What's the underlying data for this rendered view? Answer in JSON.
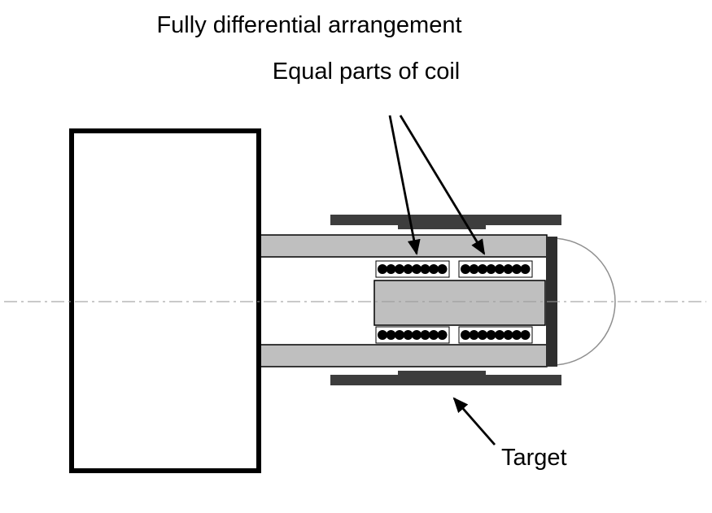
{
  "labels": {
    "title": "Fully differential arrangement",
    "coil": "Equal parts of coil",
    "target": "Target"
  },
  "colors": {
    "background": "#ffffff",
    "housing_fill": "#ffffff",
    "tube_fill": "#bfbfbf",
    "core_fill": "#bfbfbf",
    "coil_window_fill": "#ffffff",
    "coil_dot_fill": "#000000",
    "target_fill": "#3d3d3d",
    "end_cap_fill": "#2e2e2e",
    "dome_stroke": "#8f8f8f",
    "centerline_stroke": "#9a9a9a",
    "outline": "#000000",
    "arrow": "#000000",
    "text": "#000000"
  }
}
